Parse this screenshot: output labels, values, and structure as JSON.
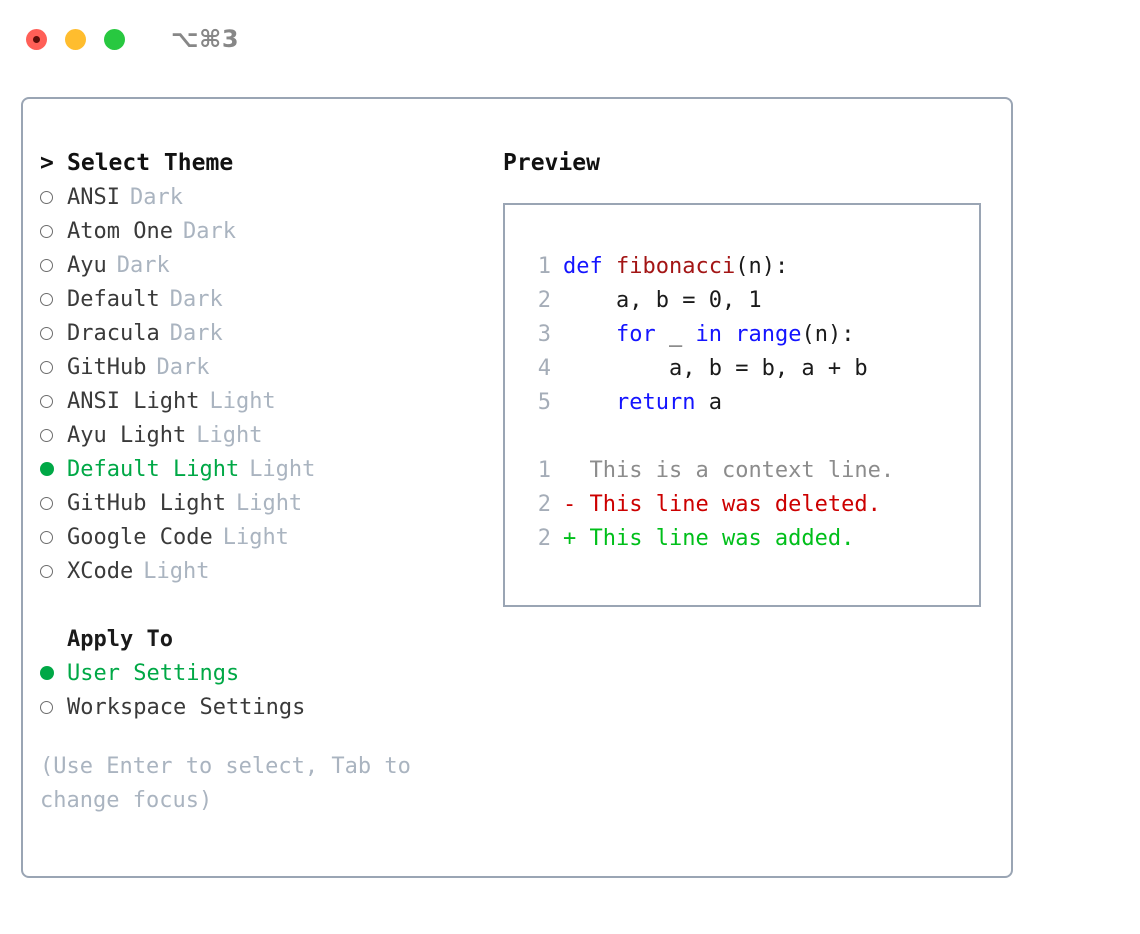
{
  "titlebar": {
    "shortcut": "⌥⌘3",
    "buttons": [
      {
        "name": "close",
        "color": "#ff5f57"
      },
      {
        "name": "minimize",
        "color": "#ffbd2e"
      },
      {
        "name": "maximize",
        "color": "#28c840"
      }
    ]
  },
  "chooser": {
    "caret": ">",
    "title": "Select Theme",
    "marker_selected": "●",
    "marker_unselected": "○",
    "themes": [
      {
        "name": "ANSI",
        "category": "Dark",
        "selected": false
      },
      {
        "name": "Atom One",
        "category": "Dark",
        "selected": false
      },
      {
        "name": "Ayu",
        "category": "Dark",
        "selected": false
      },
      {
        "name": "Default",
        "category": "Dark",
        "selected": false
      },
      {
        "name": "Dracula",
        "category": "Dark",
        "selected": false
      },
      {
        "name": "GitHub",
        "category": "Dark",
        "selected": false
      },
      {
        "name": "ANSI Light",
        "category": "Light",
        "selected": false
      },
      {
        "name": "Ayu Light",
        "category": "Light",
        "selected": false
      },
      {
        "name": "Default Light",
        "category": "Light",
        "selected": true
      },
      {
        "name": "GitHub Light",
        "category": "Light",
        "selected": false
      },
      {
        "name": "Google Code",
        "category": "Light",
        "selected": false
      },
      {
        "name": "XCode",
        "category": "Light",
        "selected": false
      }
    ],
    "apply_to": {
      "title": "Apply To",
      "options": [
        {
          "name": "User Settings",
          "selected": true
        },
        {
          "name": "Workspace Settings",
          "selected": false
        }
      ]
    },
    "hint": "(Use Enter to select, Tab to change focus)"
  },
  "preview": {
    "title": "Preview",
    "code_lines": [
      {
        "no": "1",
        "indent": "",
        "tokens": [
          {
            "t": "def ",
            "c": "kw"
          },
          {
            "t": "fibonacci",
            "c": "fn"
          },
          {
            "t": "(n):",
            "c": "plain"
          }
        ]
      },
      {
        "no": "2",
        "indent": "    ",
        "tokens": [
          {
            "t": "a, b = 0, 1",
            "c": "plain"
          }
        ]
      },
      {
        "no": "3",
        "indent": "    ",
        "tokens": [
          {
            "t": "for ",
            "c": "kw"
          },
          {
            "t": "_ ",
            "c": "plain"
          },
          {
            "t": "in ",
            "c": "kw"
          },
          {
            "t": "range",
            "c": "kw"
          },
          {
            "t": "(n):",
            "c": "plain"
          }
        ]
      },
      {
        "no": "4",
        "indent": "        ",
        "tokens": [
          {
            "t": "a, b = b, a + b",
            "c": "plain"
          }
        ]
      },
      {
        "no": "5",
        "indent": "    ",
        "tokens": [
          {
            "t": "return ",
            "c": "kw"
          },
          {
            "t": "a",
            "c": "plain"
          }
        ]
      }
    ],
    "diff_lines": [
      {
        "no": "1",
        "sign": " ",
        "text": "This is a context line.",
        "kind": "ctx"
      },
      {
        "no": "2",
        "sign": "-",
        "text": "This line was deleted.",
        "kind": "del"
      },
      {
        "no": "2",
        "sign": "+",
        "text": "This line was added.",
        "kind": "add"
      }
    ]
  },
  "colors": {
    "selection_green": "#00a846",
    "diff_add_green": "#00bf1a",
    "diff_del_red": "#cc0000",
    "keyword_blue": "#1414ff",
    "function_red": "#a31515",
    "border": "#9aa5b4",
    "muted": "#aab4c0"
  }
}
